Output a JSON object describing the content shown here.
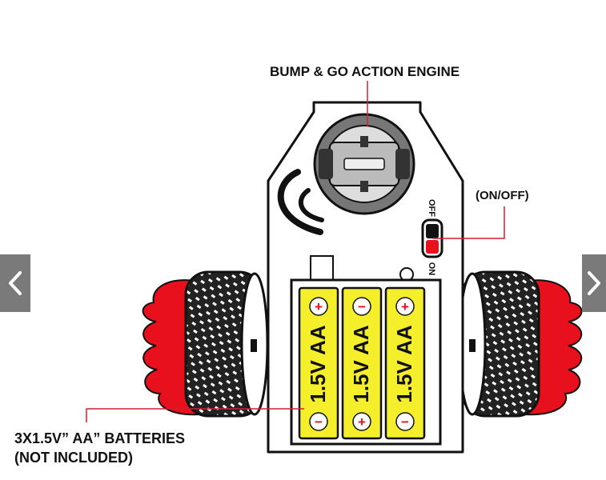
{
  "labels": {
    "engine": "BUMP & GO ACTION ENGINE",
    "switch": "(ON/OFF)",
    "batteries_line1": "3X1.5V” AA” BATTERIES",
    "batteries_line2": "(NOT INCLUDED)"
  },
  "switch": {
    "off_label": "OFF",
    "on_label": "ON"
  },
  "batteries": [
    {
      "text": "1.5V AA",
      "top_sign": "+",
      "bottom_sign": "−"
    },
    {
      "text": "1.5V AA",
      "top_sign": "−",
      "bottom_sign": "+"
    },
    {
      "text": "1.5V AA",
      "top_sign": "+",
      "bottom_sign": "−"
    }
  ],
  "nav": {
    "prev_icon": "chevron-left-icon",
    "next_icon": "chevron-right-icon"
  },
  "colors": {
    "battery_yellow": "#f5ee2a",
    "wheel_red": "#e8101d",
    "callout_red": "#d02030",
    "nav_gray": "#7a7a7a"
  }
}
